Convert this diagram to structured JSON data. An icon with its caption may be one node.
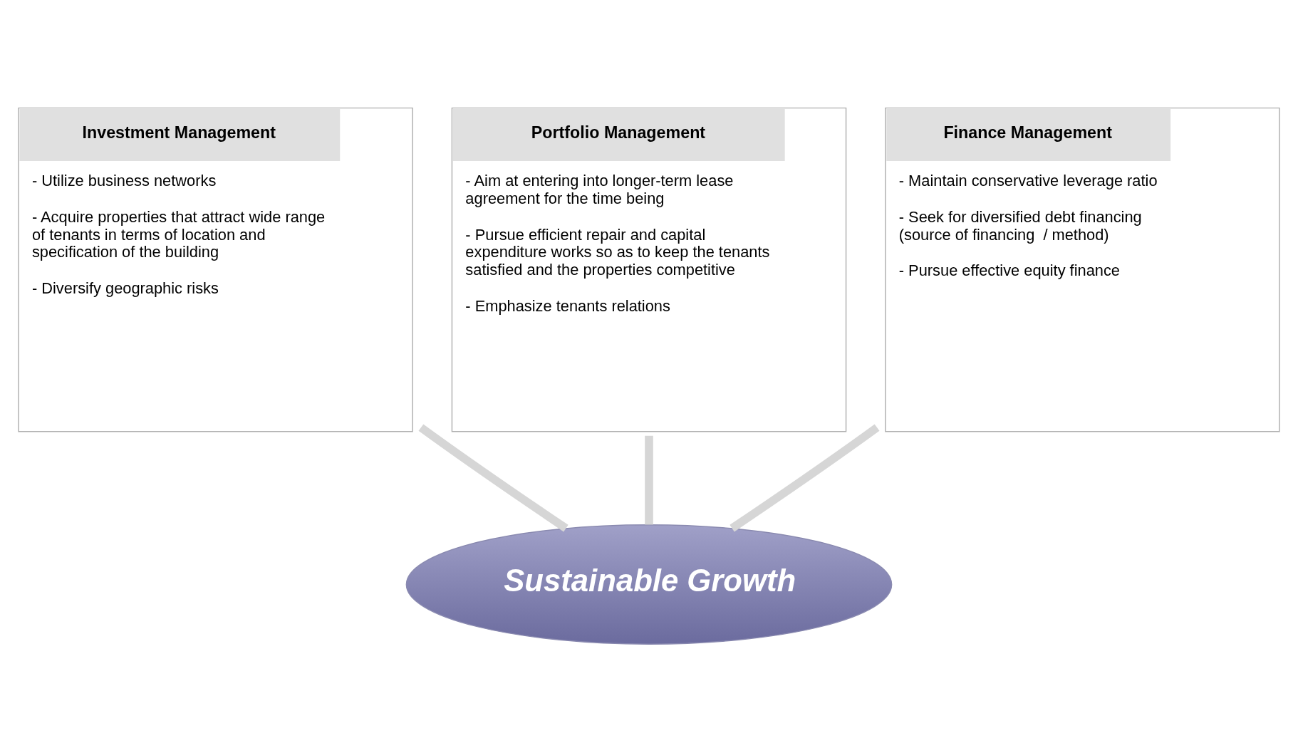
{
  "diagram": {
    "nodes": [
      {
        "text": [
          "Investment Management",
          "- Utilize business networks",
          "- Acquire properties that attract wide range of tenants in terms of location and specification of the building",
          "- Diversify geographic risks"
        ]
      },
      {
        "text": [
          "Portfolio Management",
          "- Aim at entering into longer-term lease agreement for the time being",
          "- Pursue efficient repair and capital expenditure works so as to keep the tenants satisfied and the properties competitive",
          "- Emphasize tenants relations"
        ]
      },
      {
        "text": [
          "Finance Management",
          "- Maintain conservative leverage ratio",
          "- Seek for diversified debt financing (source of financing  / method)",
          "- Pursue effective equity finance"
        ]
      },
      {
        "text": [
          "Sustainable Growth"
        ]
      }
    ],
    "edges": [
      {
        "from": 0,
        "to": 3,
        "arrow": "none"
      },
      {
        "from": 1,
        "to": 3,
        "arrow": "none"
      },
      {
        "from": 2,
        "to": 3,
        "arrow": "none"
      }
    ]
  }
}
